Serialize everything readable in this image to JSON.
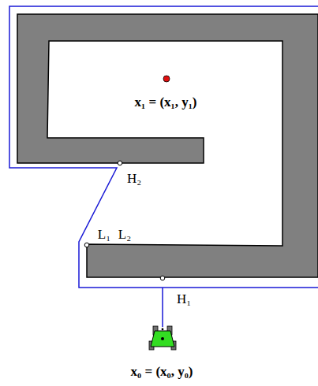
{
  "diagram": {
    "labels": [
      "x₁ = (x₁, y₁)",
      "H₂",
      "L₁",
      "L₂",
      "H₁",
      "x₀ = (x₀, y₀)"
    ]
  }
}
